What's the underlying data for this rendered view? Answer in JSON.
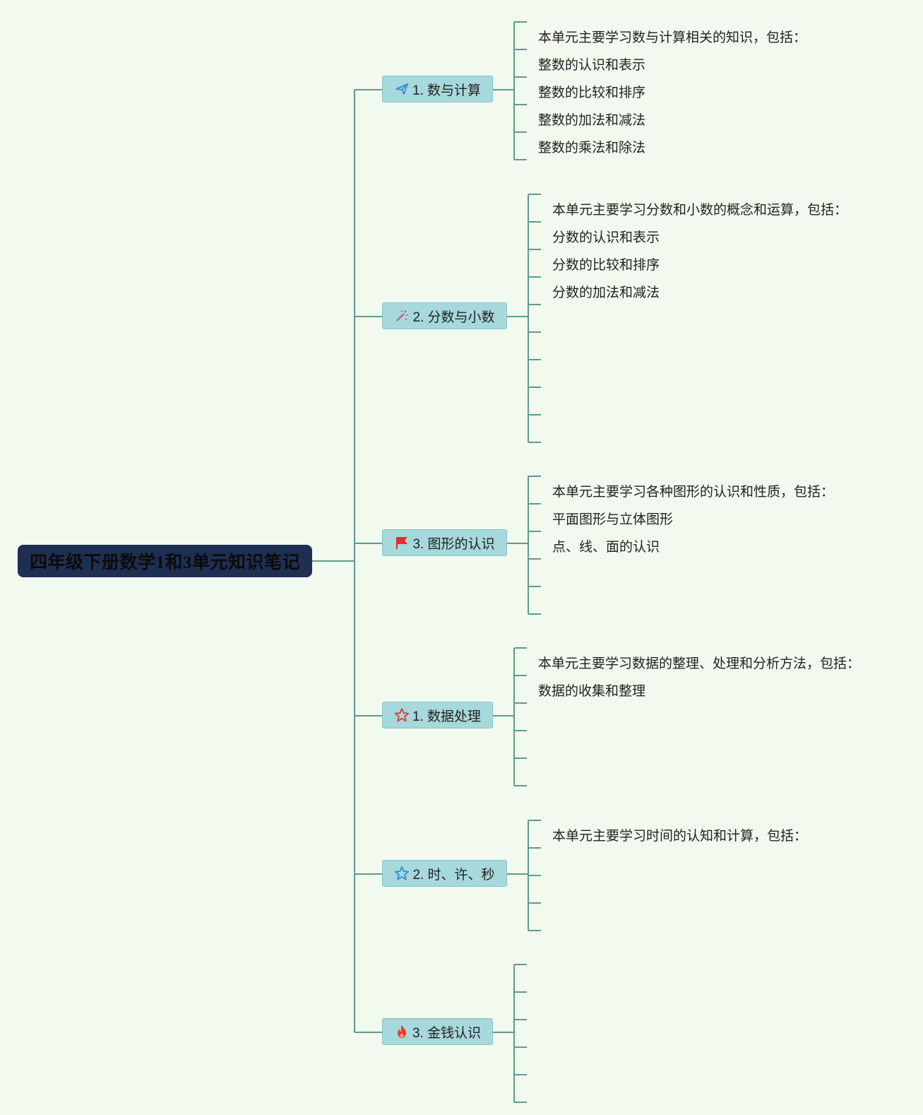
{
  "root": {
    "title": "四年级下册数学1和3单元知识笔记"
  },
  "colors": {
    "background": "#f2f9ee",
    "line": "#5e9b8b",
    "root_fill": "#1e2f52",
    "branch_fill": "#a6d8dc"
  },
  "branches": [
    {
      "label": "1. 数与计算",
      "icon": "paper-plane-icon",
      "items": [
        "本单元主要学习数与计算相关的知识，包括：",
        "整数的认识和表示",
        "整数的比较和排序",
        "整数的加法和减法",
        "整数的乘法和除法"
      ],
      "empty_slots": 0
    },
    {
      "label": "2. 分数与小数",
      "icon": "magic-wand-icon",
      "items": [
        "本单元主要学习分数和小数的概念和运算，包括：",
        "分数的认识和表示",
        "分数的比较和排序",
        "分数的加法和减法"
      ],
      "empty_slots": 5
    },
    {
      "label": "3. 图形的认识",
      "icon": "flag-icon",
      "items": [
        "本单元主要学习各种图形的认识和性质，包括：",
        "平面图形与立体图形",
        "点、线、面的认识"
      ],
      "empty_slots": 2
    },
    {
      "label": "1. 数据处理",
      "icon": "star-outline-red-icon",
      "items": [
        "本单元主要学习数据的整理、处理和分析方法，包括：",
        "数据的收集和整理"
      ],
      "empty_slots": 3
    },
    {
      "label": "2. 时、许、秒",
      "icon": "star-outline-blue-icon",
      "items": [
        "本单元主要学习时间的认知和计算，包括："
      ],
      "empty_slots": 3
    },
    {
      "label": "3. 金钱认识",
      "icon": "fire-icon",
      "items": [],
      "empty_slots": 5
    }
  ]
}
